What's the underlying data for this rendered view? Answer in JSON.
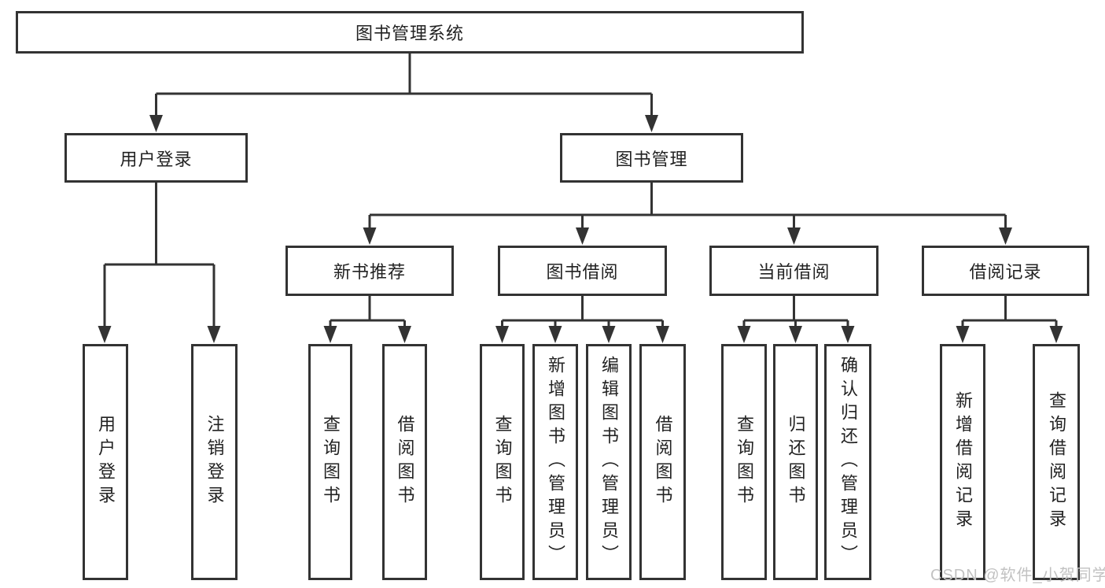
{
  "colors": {
    "line": "#333333",
    "box_bg": "#ffffff",
    "text": "#222222",
    "watermark": "#c2c2c2"
  },
  "tree": {
    "root": {
      "label": "图书管理系统"
    },
    "branches": [
      {
        "label": "用户登录",
        "leaves": [
          {
            "label": "用户登录"
          },
          {
            "label": "注销登录"
          }
        ]
      },
      {
        "label": "图书管理",
        "groups": [
          {
            "label": "新书推荐",
            "leaves": [
              {
                "label": "查询图书"
              },
              {
                "label": "借阅图书"
              }
            ]
          },
          {
            "label": "图书借阅",
            "leaves": [
              {
                "label": "查询图书"
              },
              {
                "label": "新增图书（管理员）"
              },
              {
                "label": "编辑图书（管理员）"
              },
              {
                "label": "借阅图书"
              }
            ]
          },
          {
            "label": "当前借阅",
            "leaves": [
              {
                "label": "查询图书"
              },
              {
                "label": "归还图书"
              },
              {
                "label": "确认归还（管理员）"
              }
            ]
          },
          {
            "label": "借阅记录",
            "leaves": [
              {
                "label": "新增借阅记录"
              },
              {
                "label": "查询借阅记录"
              }
            ]
          }
        ]
      }
    ]
  },
  "watermark": {
    "text": "CSDN @软件_小贺同学"
  }
}
